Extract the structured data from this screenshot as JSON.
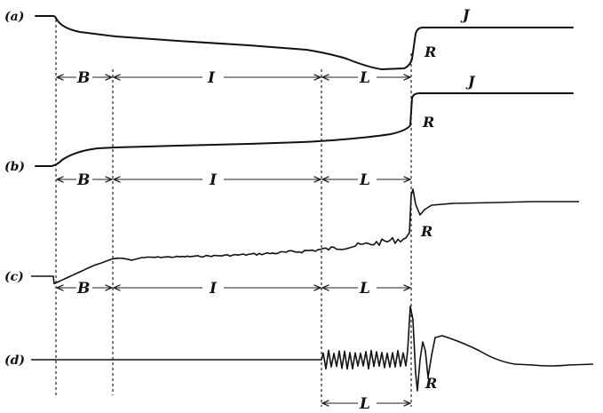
{
  "rows": [
    {
      "id": "a",
      "label": "(a)",
      "end_labels": [
        "J",
        "R"
      ],
      "segments": [
        "B",
        "I",
        "L"
      ]
    },
    {
      "id": "b",
      "label": "(b)",
      "end_labels": [
        "J",
        "R"
      ],
      "segments": [
        "B",
        "I",
        "L"
      ]
    },
    {
      "id": "c",
      "label": "(c)",
      "end_labels": [
        "R"
      ],
      "segments": [
        "B",
        "I",
        "L"
      ]
    },
    {
      "id": "d",
      "label": "(d)",
      "end_labels": [
        "R"
      ],
      "segments": [
        "L"
      ]
    }
  ]
}
